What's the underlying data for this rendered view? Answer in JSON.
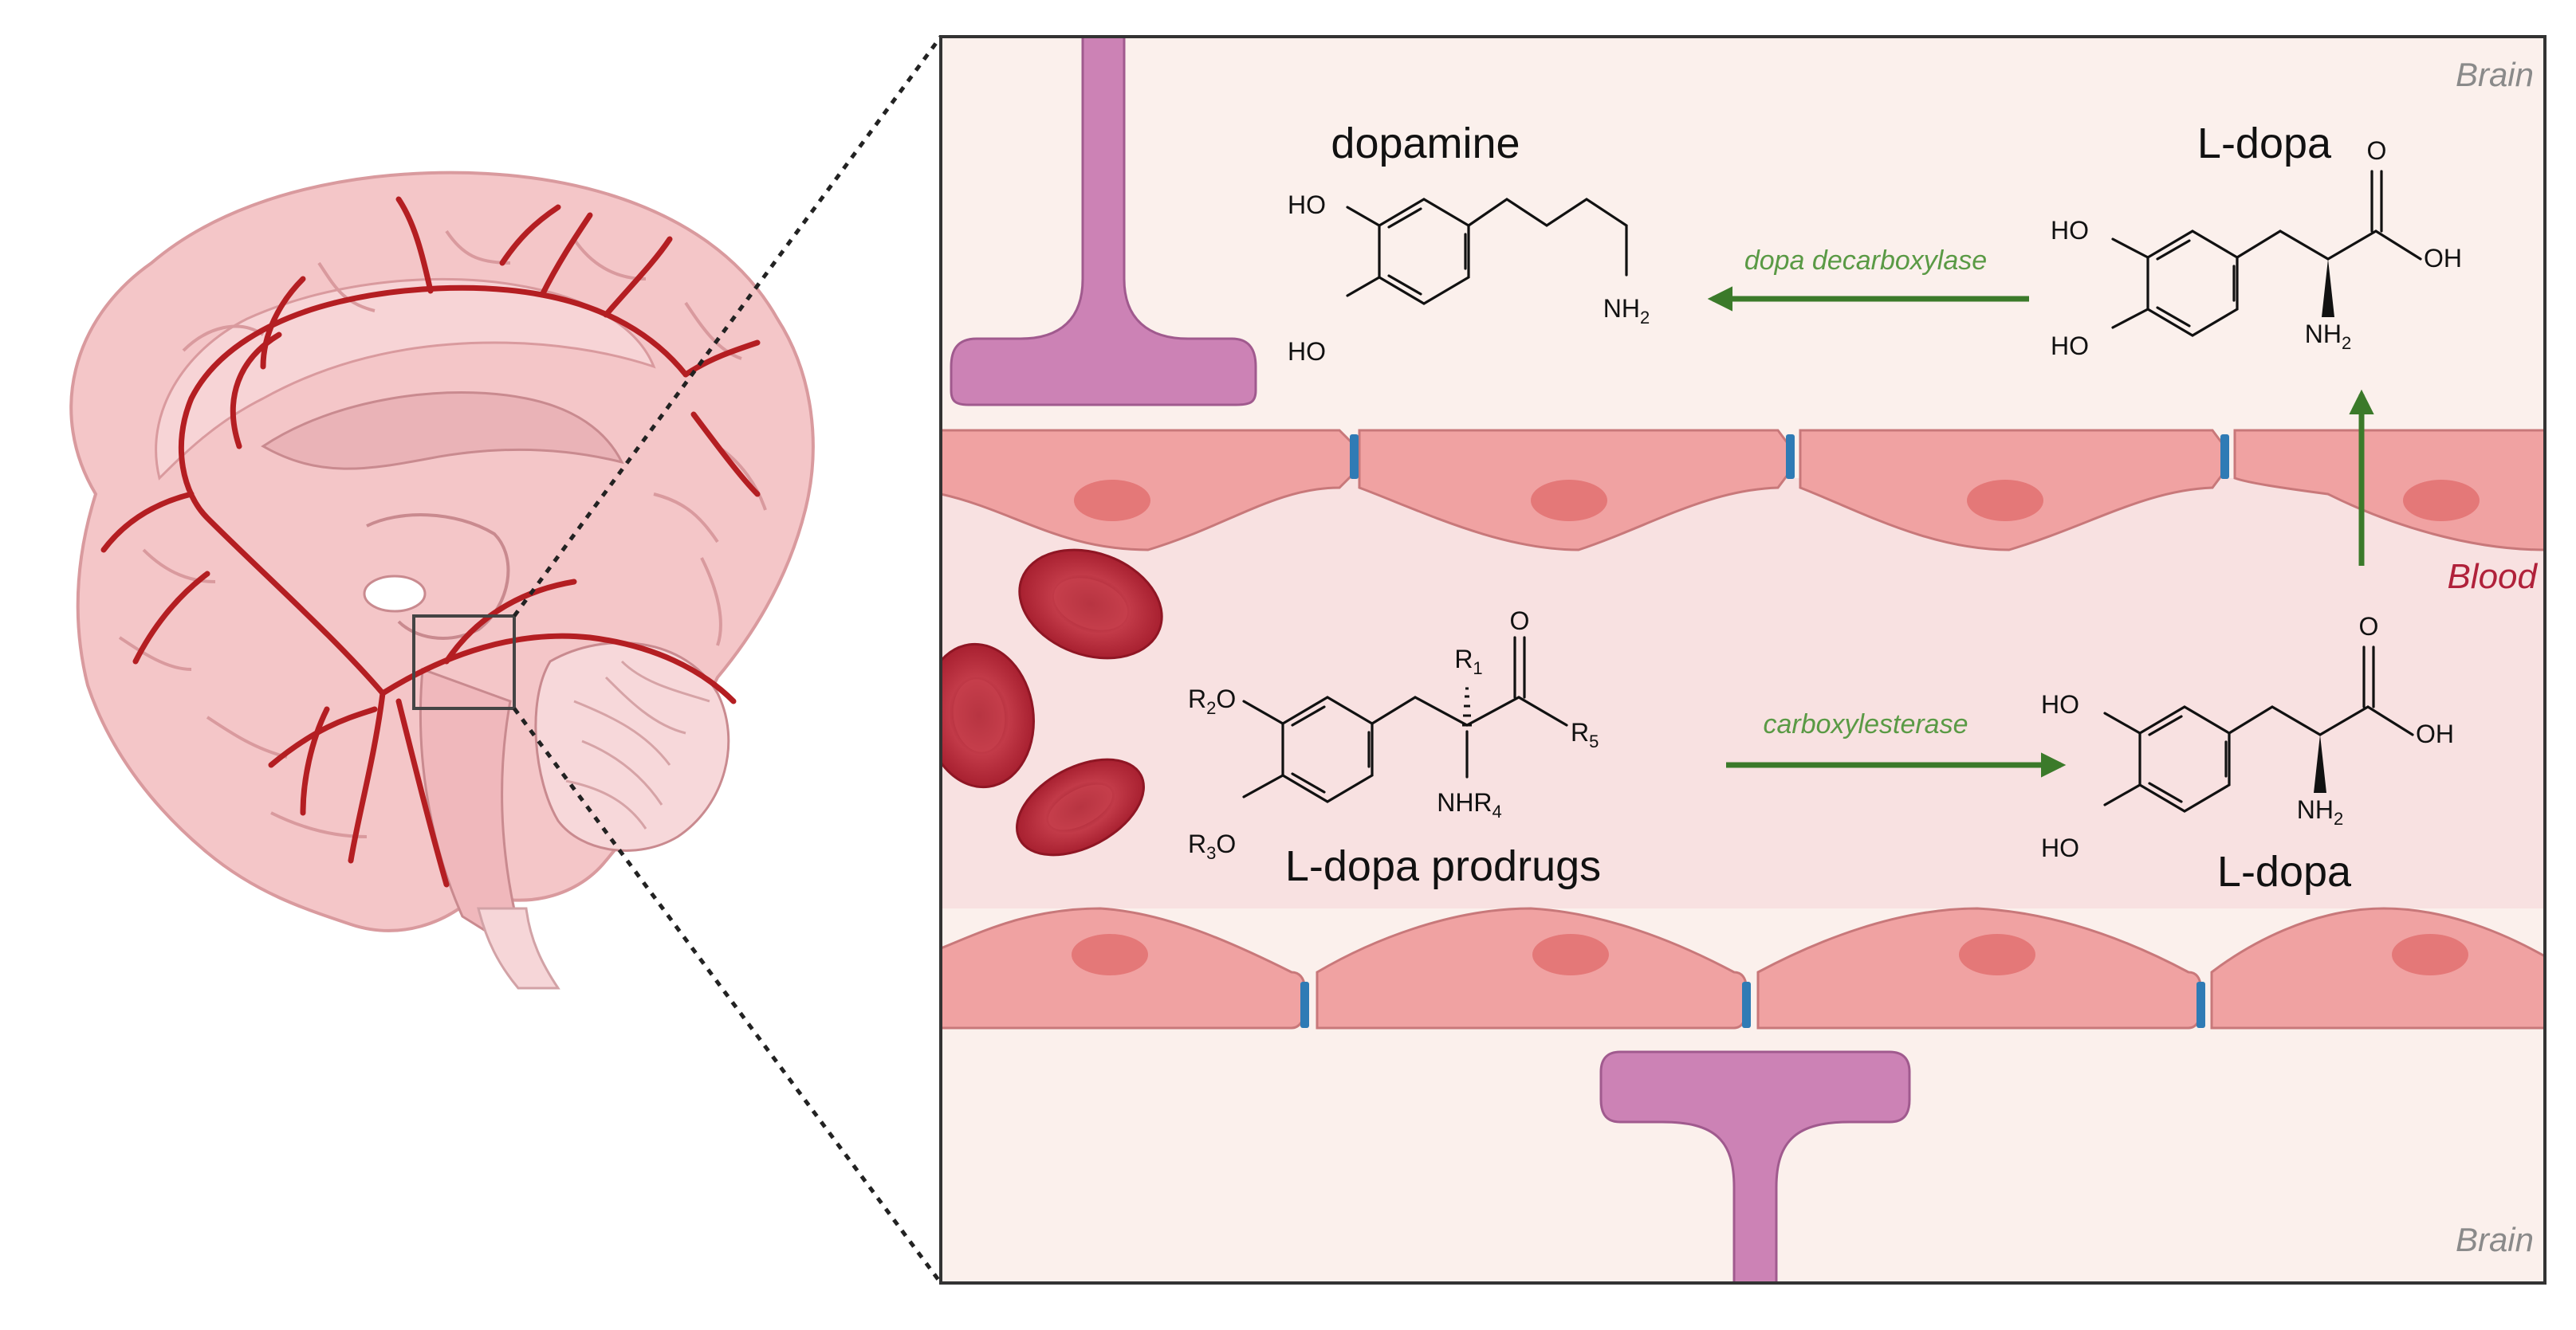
{
  "regions": {
    "brain_top": "Brain",
    "brain_bottom": "Brain",
    "blood": "Blood"
  },
  "molecules": {
    "dopamine": {
      "name": "dopamine",
      "ho1": "HO",
      "ho2": "HO",
      "amine": "NH",
      "amine_sub": "2"
    },
    "ldopa_top": {
      "name": "L-dopa",
      "o": "O",
      "oh": "OH",
      "ho1": "HO",
      "ho2": "HO",
      "amine": "NH",
      "amine_sub": "2"
    },
    "prodrug": {
      "name": "L-dopa prodrugs",
      "r2o_r": "R",
      "r2o_sub": "2",
      "r2o_o": "O",
      "r3o_r": "R",
      "r3o_sub": "3",
      "r3o_o": "O",
      "r1": "R",
      "r1_sub": "1",
      "o": "O",
      "r5": "R",
      "r5_sub": "5",
      "nhr4": "NHR",
      "nhr4_sub": "4"
    },
    "ldopa_bottom": {
      "name": "L-dopa",
      "o": "O",
      "oh": "OH",
      "ho1": "HO",
      "ho2": "HO",
      "amine": "NH",
      "amine_sub": "2"
    }
  },
  "enzymes": {
    "top": "dopa decarboxylase",
    "bottom": "carboxylesterase"
  },
  "colors": {
    "brain_bg": "#fbf0ec",
    "blood_bg": "#f8e1e1",
    "endothelial": "#f0a2a2",
    "nucleus": "#e47878",
    "junction": "#2f7bb5",
    "astrocyte": "#cc82b5",
    "rbc": "#b42334",
    "arrow": "#3b7a2a",
    "brain_tissue": "#f2c3c5",
    "vessel": "#b41e22"
  },
  "icons": [
    "brain-icon",
    "astrocyte-endfoot-icon",
    "red-blood-cell-icon",
    "endothelial-cell-icon",
    "tight-junction-icon"
  ]
}
